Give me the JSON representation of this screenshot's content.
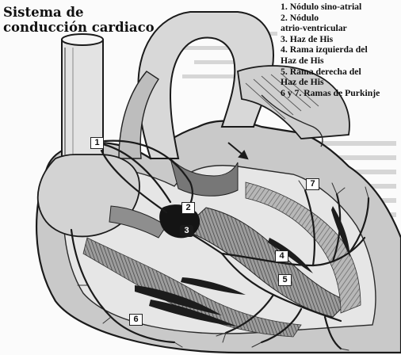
{
  "title": "Sistema de conducción cardiaco",
  "legend": [
    "1. Nódulo sino-atrial",
    "2. Nódulo",
    "atrio-ventricular",
    "3. Haz de His",
    "4. Rama izquierda del",
    "Haz de His",
    "5. Rama derecha del",
    "Haz de His",
    "6 y 7. Ramas de Purkinje"
  ],
  "markers": {
    "m1": "1",
    "m2": "2",
    "m3": "3",
    "m4": "4",
    "m5": "5",
    "m6": "6",
    "m7": "7"
  },
  "colors": {
    "ink": "#1a1a1a",
    "shade": "#9a9a9a",
    "paper": "#fbfbfb"
  }
}
